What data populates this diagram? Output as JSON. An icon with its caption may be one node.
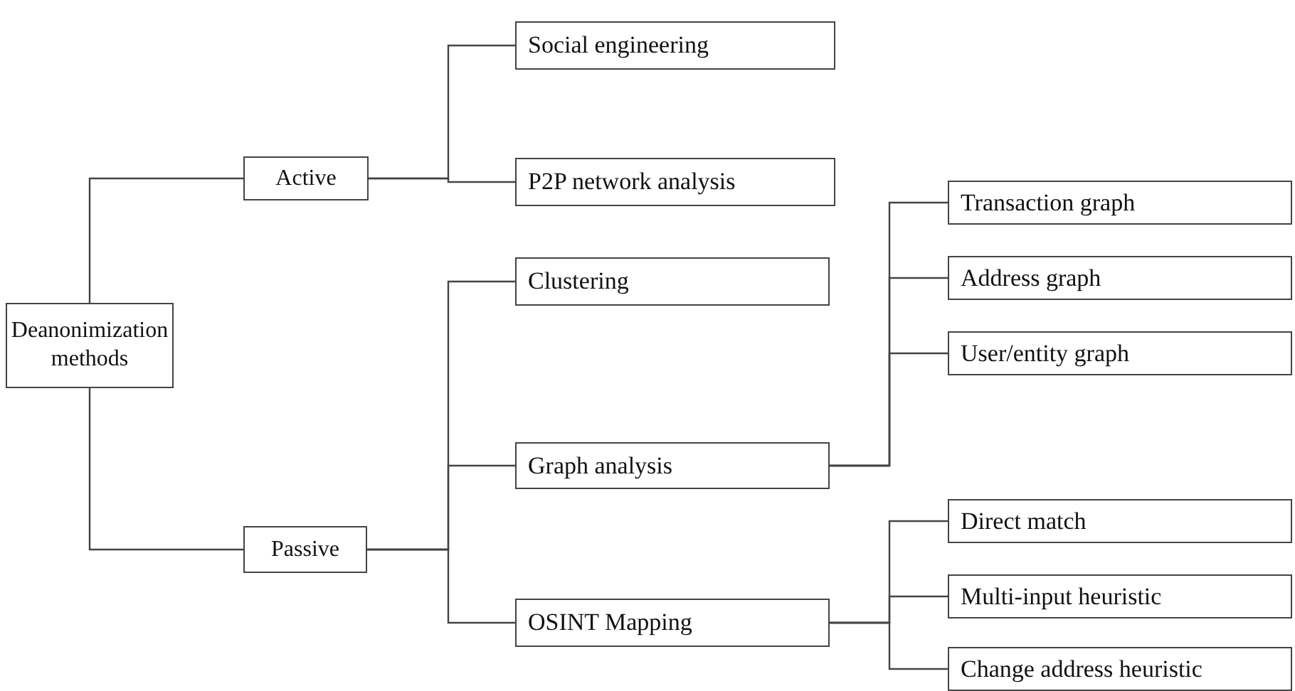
{
  "diagram": {
    "nodes": [
      {
        "text": [
          "Deanonimization methods"
        ]
      },
      {
        "text": [
          "Active"
        ]
      },
      {
        "text": [
          "Social engineering"
        ]
      },
      {
        "text": [
          "P2P network analysis"
        ]
      },
      {
        "text": [
          "Passive"
        ]
      },
      {
        "text": [
          "Clustering"
        ]
      },
      {
        "text": [
          "Graph analysis"
        ]
      },
      {
        "text": [
          "Transaction graph"
        ]
      },
      {
        "text": [
          "Address graph"
        ]
      },
      {
        "text": [
          "User/entity graph"
        ]
      },
      {
        "text": [
          "OSINT Mapping"
        ]
      },
      {
        "text": [
          "Direct match"
        ]
      },
      {
        "text": [
          "Multi-input heuristic"
        ]
      },
      {
        "text": [
          "Change address heuristic"
        ]
      }
    ],
    "edges": [
      {
        "from": 0,
        "to": 1,
        "arrow": "none"
      },
      {
        "from": 0,
        "to": 4,
        "arrow": "none"
      },
      {
        "from": 1,
        "to": 2,
        "arrow": "none"
      },
      {
        "from": 1,
        "to": 3,
        "arrow": "none"
      },
      {
        "from": 4,
        "to": 5,
        "arrow": "none"
      },
      {
        "from": 4,
        "to": 6,
        "arrow": "none"
      },
      {
        "from": 4,
        "to": 10,
        "arrow": "none"
      },
      {
        "from": 6,
        "to": 7,
        "arrow": "none"
      },
      {
        "from": 6,
        "to": 8,
        "arrow": "none"
      },
      {
        "from": 6,
        "to": 9,
        "arrow": "none"
      },
      {
        "from": 10,
        "to": 11,
        "arrow": "none"
      },
      {
        "from": 10,
        "to": 12,
        "arrow": "none"
      },
      {
        "from": 10,
        "to": 13,
        "arrow": "none"
      }
    ]
  }
}
